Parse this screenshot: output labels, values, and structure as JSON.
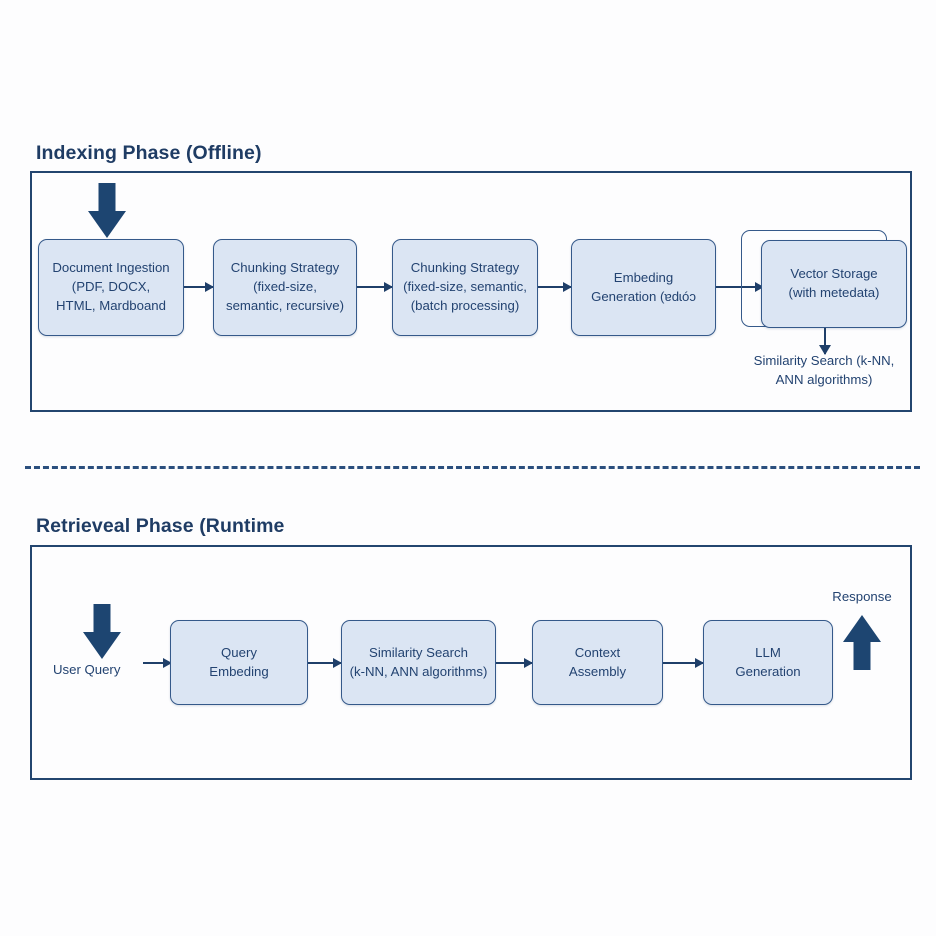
{
  "diagram": {
    "title_indexing": "Indexing Phase (Offline)",
    "title_retrieval": "Retrieveal Phase (Runtime",
    "accent_dark": "#1f3c64",
    "node_fill": "#dbe5f3",
    "node_border": "#35598a",
    "frame_border": "#23456f",
    "divider_color": "#2b4f7e"
  },
  "indexing": {
    "nodes": [
      {
        "id": "document-ingestion",
        "text": "Document Ingestion\n(PDF, DOCX,\nHTML, Mardboand"
      },
      {
        "id": "chunking-strategy-1",
        "text": "Chunking Strategy\n(fixed-size,\nsemantic, recursive)"
      },
      {
        "id": "chunking-strategy-2",
        "text": "Chunking Strategy\n(fixed-size, semantic,\n(batch processing)"
      },
      {
        "id": "embedding-generation",
        "text": "Embeding\nGeneration (ɐdɩóɔ"
      },
      {
        "id": "vector-storage",
        "text": "Vector Storage\n(with metedata)"
      }
    ],
    "similarity_note": "Similarity Search (k-NN,\nANN algorithms)"
  },
  "retrieval": {
    "input_label": "User Query",
    "output_label": "Response",
    "nodes": [
      {
        "id": "query-embedding",
        "text": "Query\nEmbeding"
      },
      {
        "id": "similarity-search",
        "text": "Similarity Search\n(k-NN, ANN algorithms)"
      },
      {
        "id": "context-assembly",
        "text": "Context\nAssembly"
      },
      {
        "id": "llm-generation",
        "text": "LLM\nGeneration"
      }
    ]
  }
}
